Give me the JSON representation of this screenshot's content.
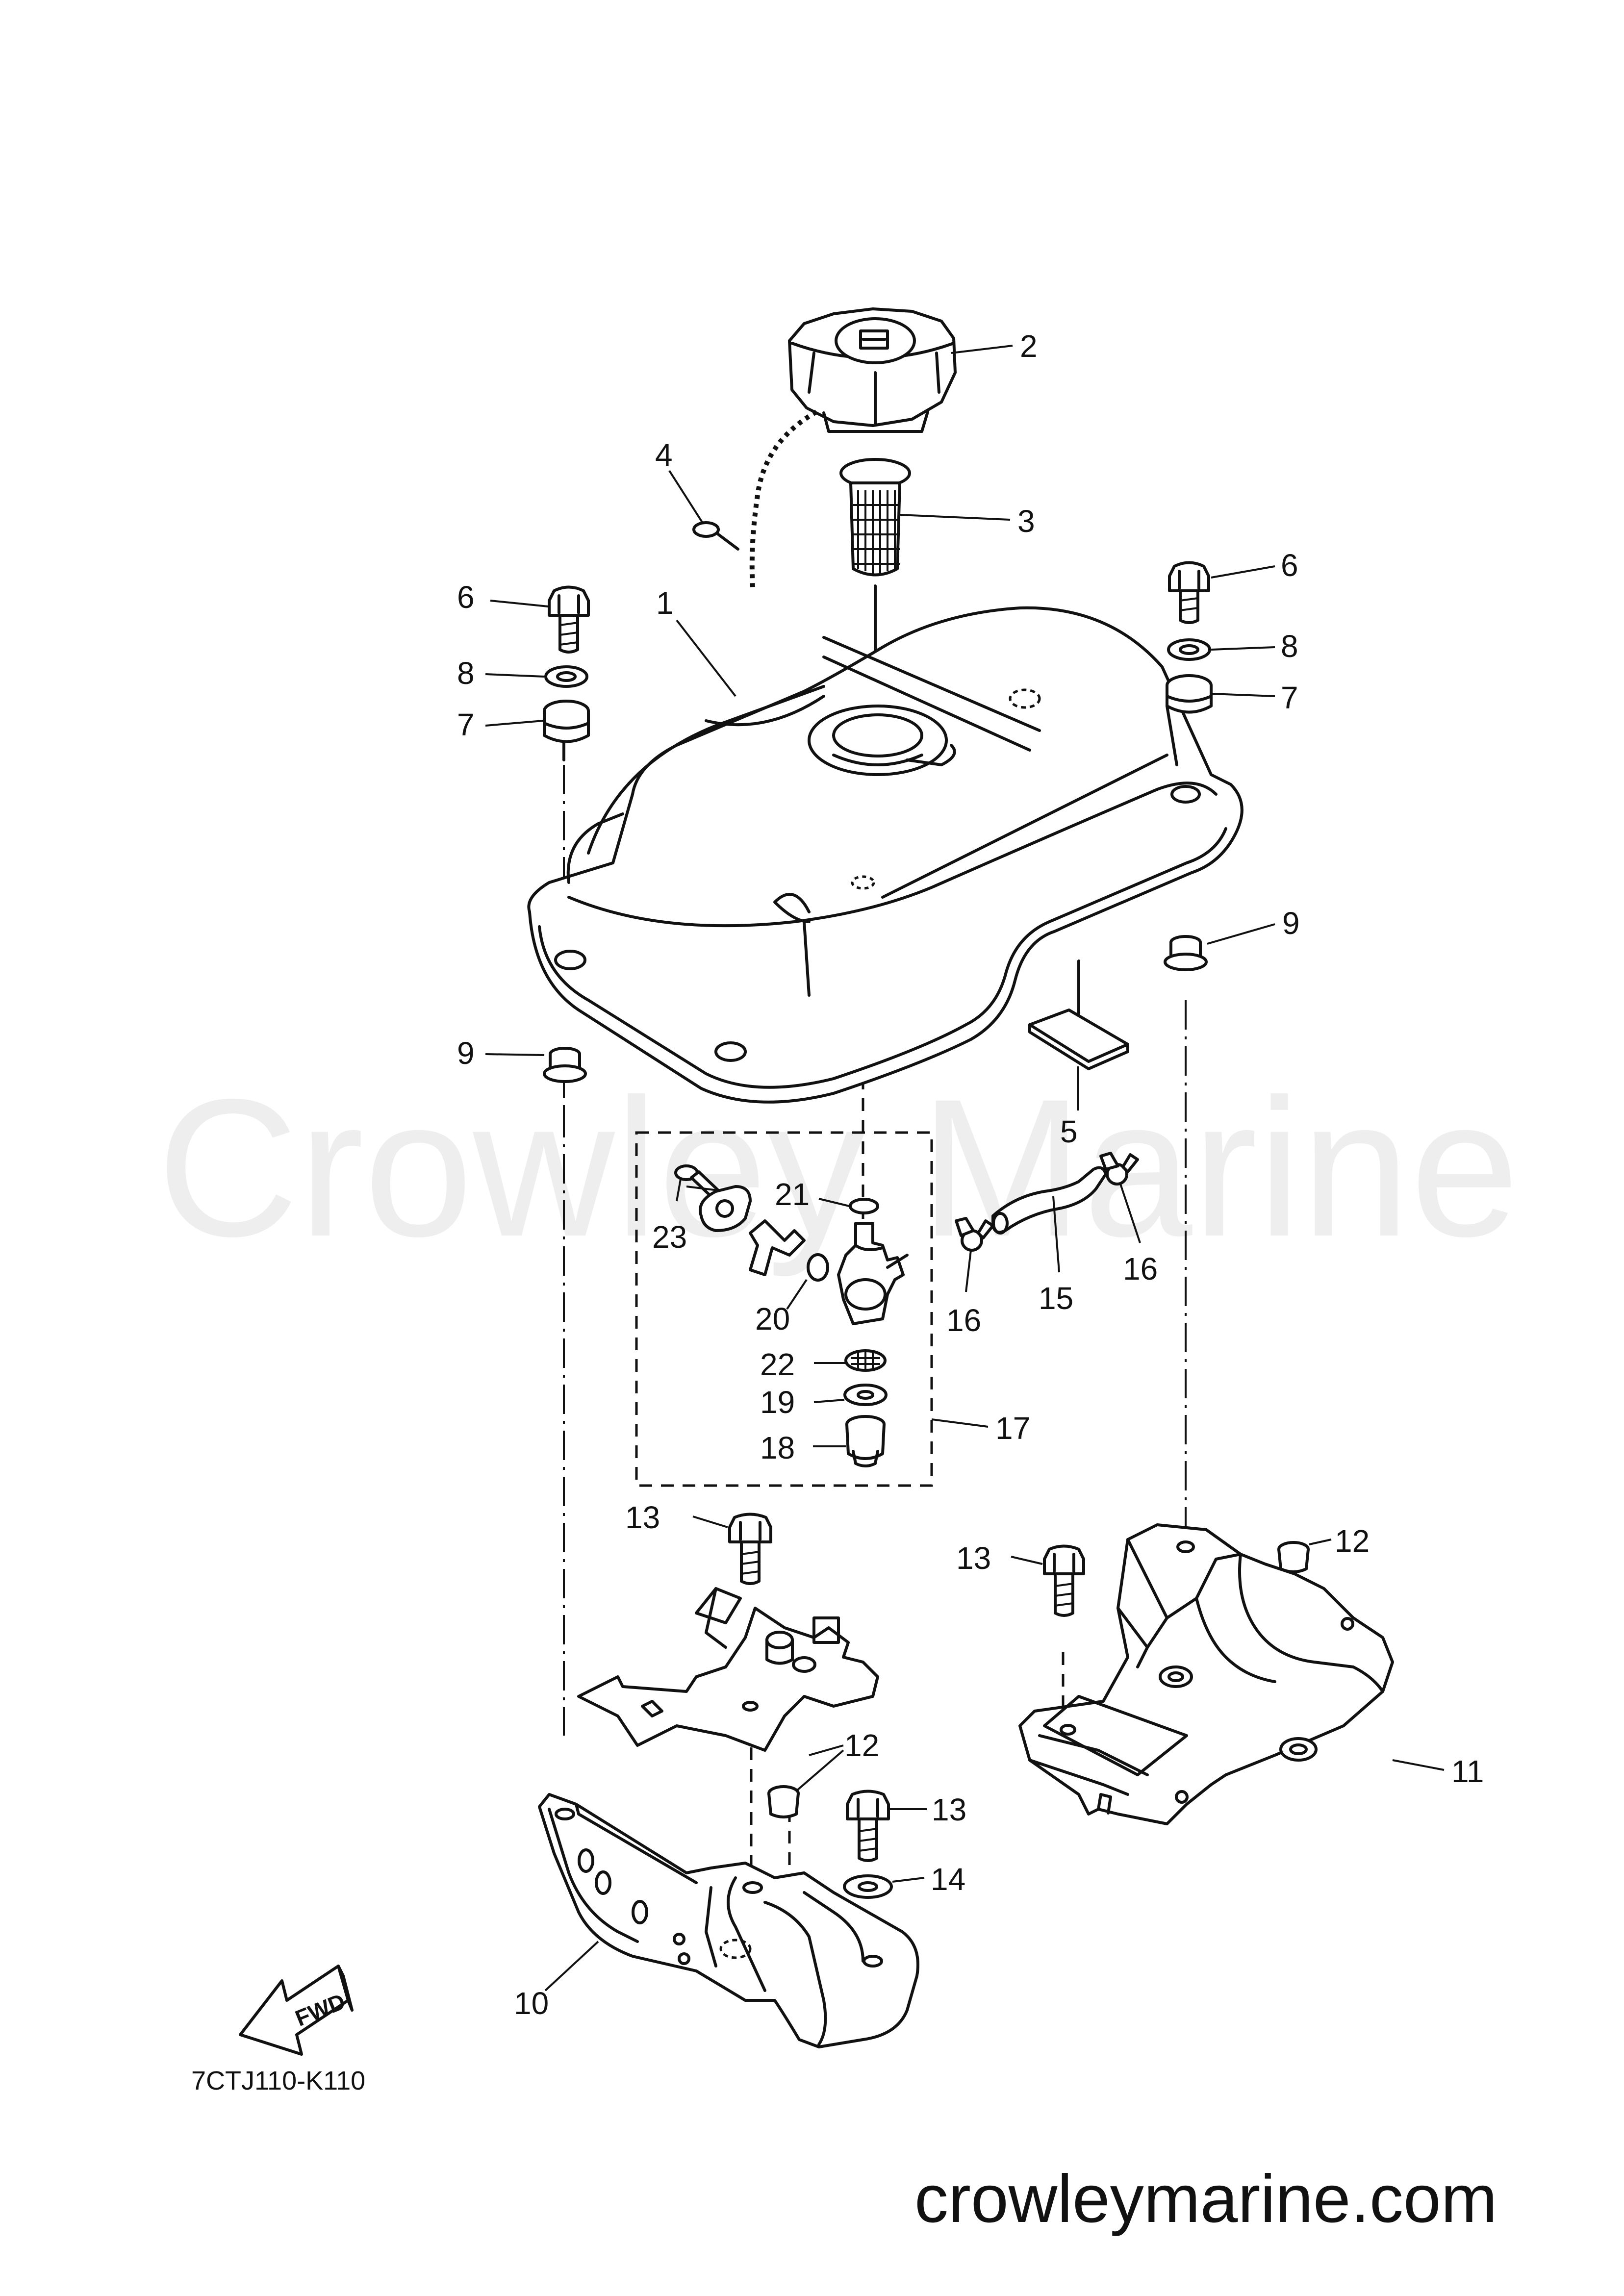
{
  "watermark": "Crowley Marine",
  "diagram_code": "7CTJ110-K110",
  "site_footer": "crowleymarine.com",
  "fwd_label": "FWD",
  "callouts": [
    {
      "id": "c1",
      "label": "1"
    },
    {
      "id": "c2",
      "label": "2"
    },
    {
      "id": "c3",
      "label": "3"
    },
    {
      "id": "c4",
      "label": "4"
    },
    {
      "id": "c5",
      "label": "5"
    },
    {
      "id": "c6a",
      "label": "6"
    },
    {
      "id": "c6b",
      "label": "6"
    },
    {
      "id": "c7a",
      "label": "7"
    },
    {
      "id": "c7b",
      "label": "7"
    },
    {
      "id": "c8a",
      "label": "8"
    },
    {
      "id": "c8b",
      "label": "8"
    },
    {
      "id": "c9a",
      "label": "9"
    },
    {
      "id": "c9b",
      "label": "9"
    },
    {
      "id": "c10",
      "label": "10"
    },
    {
      "id": "c11",
      "label": "11"
    },
    {
      "id": "c12a",
      "label": "12"
    },
    {
      "id": "c12b",
      "label": "12"
    },
    {
      "id": "c13a",
      "label": "13"
    },
    {
      "id": "c13b",
      "label": "13"
    },
    {
      "id": "c13c",
      "label": "13"
    },
    {
      "id": "c14",
      "label": "14"
    },
    {
      "id": "c15",
      "label": "15"
    },
    {
      "id": "c16a",
      "label": "16"
    },
    {
      "id": "c16b",
      "label": "16"
    },
    {
      "id": "c17",
      "label": "17"
    },
    {
      "id": "c18",
      "label": "18"
    },
    {
      "id": "c19",
      "label": "19"
    },
    {
      "id": "c20",
      "label": "20"
    },
    {
      "id": "c21",
      "label": "21"
    },
    {
      "id": "c22",
      "label": "22"
    },
    {
      "id": "c23",
      "label": "23"
    }
  ]
}
